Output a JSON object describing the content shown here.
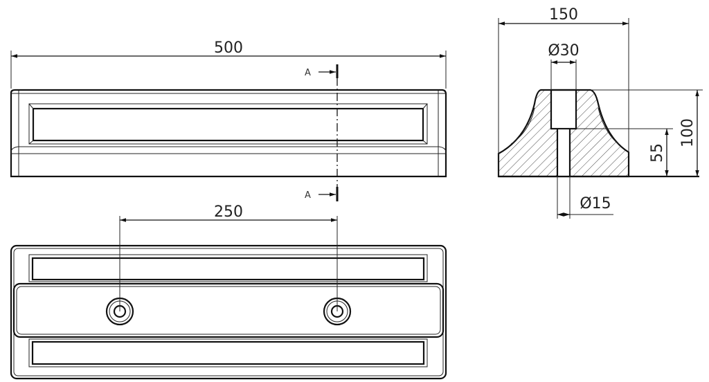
{
  "drawing": {
    "front_view": {
      "overall_length": "500",
      "section_label_top": "A",
      "section_label_bottom": "A"
    },
    "top_view": {
      "hole_spacing": "250"
    },
    "section_view": {
      "width": "150",
      "counterbore_diameter": "Ø30",
      "through_hole_diameter": "Ø15",
      "height": "100",
      "counterbore_depth_level": "55"
    }
  }
}
